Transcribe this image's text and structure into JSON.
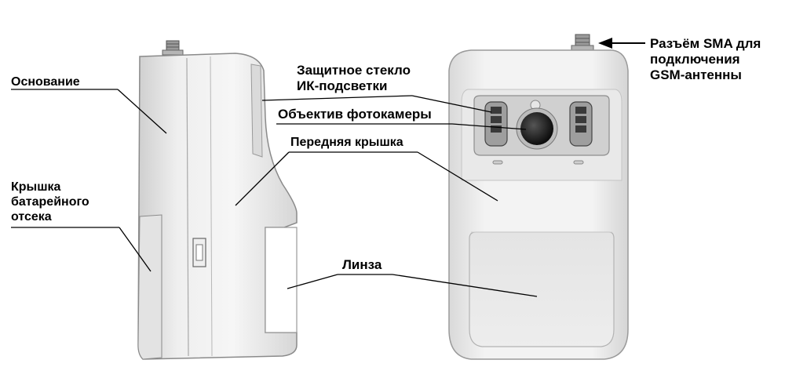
{
  "labels": {
    "base": [
      "Основание"
    ],
    "battery_cover": [
      "Крышка",
      "батарейного",
      "отсека"
    ],
    "ir_glass": [
      "Защитное стекло",
      "ИК-подсветки"
    ],
    "camera_lens": [
      "Объектив фотокамеры"
    ],
    "front_cover": [
      "Передняя крышка"
    ],
    "lens": [
      "Линза"
    ],
    "sma": [
      "Разъём SMA для",
      "подключения",
      "GSM-антенны"
    ]
  },
  "colors": {
    "body_light": "#f1f1f1",
    "body_mid": "#dcdcdc",
    "body_shadow": "#bdbdbd",
    "outline": "#8a8a8a",
    "text": "#000000",
    "lens_dark": "#1a1a1a"
  }
}
